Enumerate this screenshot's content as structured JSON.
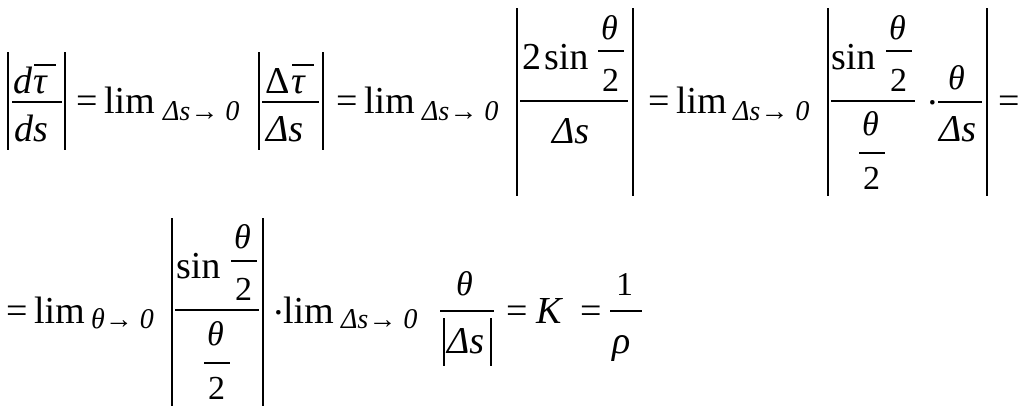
{
  "equation": {
    "line1": {
      "abs1": {
        "num_d": "d",
        "num_tau": "τ",
        "den": "ds"
      },
      "eq1": "=",
      "lim1": {
        "word": "lim",
        "sub": "Δs→ 0"
      },
      "abs2": {
        "num_delta": "Δ",
        "num_tau": "τ",
        "den": "Δs"
      },
      "eq2": "=",
      "lim2": {
        "word": "lim",
        "sub": "Δs→ 0"
      },
      "abs3": {
        "num_coef": "2",
        "num_sin": "sin",
        "inner_num": "θ",
        "inner_den": "2",
        "den": "Δs"
      },
      "eq3": "=",
      "lim3": {
        "word": "lim",
        "sub": "Δs→ 0"
      },
      "abs4": {
        "frac1": {
          "sin": "sin",
          "inner_num": "θ",
          "inner_den": "2",
          "den_num": "θ",
          "den_den": "2"
        },
        "dot": "·",
        "frac2": {
          "num": "θ",
          "den": "Δs"
        }
      },
      "eq4": "="
    },
    "line2": {
      "eq0": "=",
      "lim1": {
        "word": "lim",
        "sub": "θ→ 0"
      },
      "abs1": {
        "sin": "sin",
        "inner_num": "θ",
        "inner_den": "2",
        "den_num": "θ",
        "den_den": "2"
      },
      "dot": "·",
      "lim2": {
        "word": "lim",
        "sub": "Δs→ 0"
      },
      "frac": {
        "num": "θ",
        "den": "Δs"
      },
      "eq1": "=",
      "K": "K",
      "eq2": "=",
      "frac2": {
        "num": "1",
        "den": "ρ"
      }
    }
  }
}
